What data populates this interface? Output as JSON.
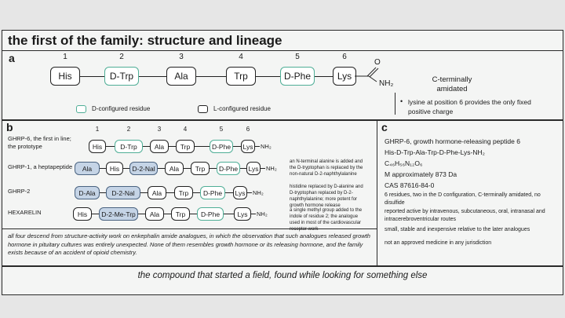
{
  "title": "the first of the family: structure and lineage",
  "panel_a": {
    "label": "a",
    "residues": [
      {
        "num": "1",
        "name": "His",
        "config": "L"
      },
      {
        "num": "2",
        "name": "D-Trp",
        "config": "D"
      },
      {
        "num": "3",
        "name": "Ala",
        "config": "L"
      },
      {
        "num": "4",
        "name": "Trp",
        "config": "L"
      },
      {
        "num": "5",
        "name": "D-Phe",
        "config": "D"
      },
      {
        "num": "6",
        "name": "Lys",
        "config": "L"
      }
    ],
    "carbonyl_o": "O",
    "nh2": "NH₂",
    "amidated_note": "C-terminally amidated",
    "charge_note": "lysine at position 6 provides the only fixed positive charge",
    "legend_d": "D-configured residue",
    "legend_l": "L-configured residue",
    "colors": {
      "d_residue": "#4fae96",
      "l_residue": "#222222",
      "substituted": "#c5d4e6"
    }
  },
  "panel_b": {
    "label": "b",
    "position_numbers": [
      "1",
      "2",
      "3",
      "4",
      "5",
      "6"
    ],
    "rows": [
      {
        "name": "GHRP-6, the first in line; the prototype",
        "residues": [
          {
            "n": "His",
            "t": "L"
          },
          {
            "n": "D-Trp",
            "t": "D"
          },
          {
            "n": "Ala",
            "t": "L"
          },
          {
            "n": "Trp",
            "t": "L"
          },
          {
            "n": "D-Phe",
            "t": "D"
          },
          {
            "n": "Lys",
            "t": "L"
          }
        ],
        "end": "NH₂",
        "note": ""
      },
      {
        "name": "GHRP-1, a heptapeptide",
        "residues": [
          {
            "n": "Ala",
            "t": "S"
          },
          {
            "n": "His",
            "t": "L"
          },
          {
            "n": "D-2-Nal",
            "t": "S"
          },
          {
            "n": "Ala",
            "t": "L"
          },
          {
            "n": "Trp",
            "t": "L"
          },
          {
            "n": "D-Phe",
            "t": "D"
          },
          {
            "n": "Lys",
            "t": "L"
          }
        ],
        "end": "NH₂",
        "note": "an N-terminal alanine is added and the D-tryptophan is replaced by the non-natural D-2-naphthylalanine"
      },
      {
        "name": "GHRP-2",
        "residues": [
          {
            "n": "D-Ala",
            "t": "S"
          },
          {
            "n": "D-2-Nal",
            "t": "S"
          },
          {
            "n": "Ala",
            "t": "L"
          },
          {
            "n": "Trp",
            "t": "L"
          },
          {
            "n": "D-Phe",
            "t": "D"
          },
          {
            "n": "Lys",
            "t": "L"
          }
        ],
        "end": "NH₂",
        "note": "histidine replaced by D-alanine and D-tryptophan replaced by D-2-naphthylalanine; more potent for growth hormone release"
      },
      {
        "name": "HEXARELIN",
        "residues": [
          {
            "n": "His",
            "t": "L"
          },
          {
            "n": "D-2-Me-Trp",
            "t": "S"
          },
          {
            "n": "Ala",
            "t": "L"
          },
          {
            "n": "Trp",
            "t": "L"
          },
          {
            "n": "D-Phe",
            "t": "D"
          },
          {
            "n": "Lys",
            "t": "L"
          }
        ],
        "end": "NH₂",
        "note": "a single methyl group added to the indole of residue 2; the analogue used in most of the cardiovascular receptor work"
      }
    ],
    "footnote": "all four descend from structure-activity work on enkephalin amide analogues, in which the observation that such analogues released growth hormone in pituitary cultures was entirely unexpected. None of them resembles growth hormone or its releasing hormone, and the family exists because of an accident of opioid chemistry."
  },
  "panel_c": {
    "label": "c",
    "name": "GHRP-6, growth hormone-releasing peptide 6",
    "sequence": "His-D-Trp-Ala-Trp-D-Phe-Lys-NH₂",
    "formula": "C₄₆H₅₆N₁₂O₆",
    "mass": "M approximately 873 Da",
    "cas": "CAS 87616-84-0",
    "composition": "6 residues, two in the D configuration, C-terminally amidated, no disulfide",
    "routes": "reported active by intravenous, subcutaneous, oral, intranasal and intracerebroventricular routes",
    "stability": "small, stable and inexpensive relative to the later analogues",
    "status": "not an approved medicine in any jurisdiction"
  },
  "caption": "the compound that started a field, found while looking for something else"
}
